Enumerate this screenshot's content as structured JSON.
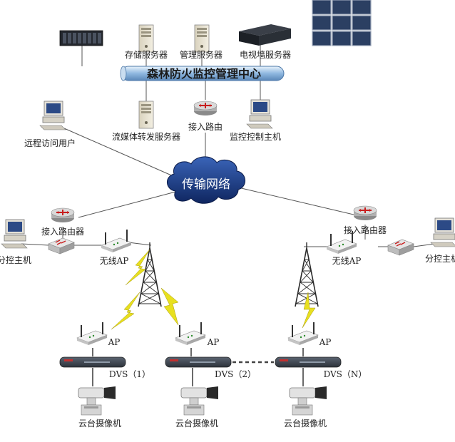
{
  "labels": {
    "storage_server": "存储服务器",
    "management_server": "管理服务器",
    "tv_wall_server": "电视墙服务器",
    "center": "森林防火监控管理中心",
    "streaming_server": "流媒体转发服务器",
    "access_router_top": "接入路由",
    "monitor_host": "监控控制主机",
    "remote_user": "远程访问用户",
    "network": "传输网络",
    "access_router_left": "接入路由器",
    "access_router_right": "接入路由器",
    "branch_host_left": "分控主机",
    "branch_host_right": "分控主机",
    "wireless_ap_left": "无线AP",
    "wireless_ap_right": "无线AP",
    "ap_1": "AP",
    "ap_2": "AP",
    "ap_3": "AP",
    "dvs_1": "DVS（1）",
    "dvs_2": "DVS（2）",
    "dvs_n": "DVS（N）",
    "camera_1": "云台摄像机",
    "camera_2": "云台摄像机",
    "camera_3": "云台摄像机"
  },
  "colors": {
    "bus": "#8fb8e0",
    "cloud": "#1c3f8e",
    "lightning": "#e8e020",
    "line": "#555555",
    "rack": "#23272e"
  }
}
